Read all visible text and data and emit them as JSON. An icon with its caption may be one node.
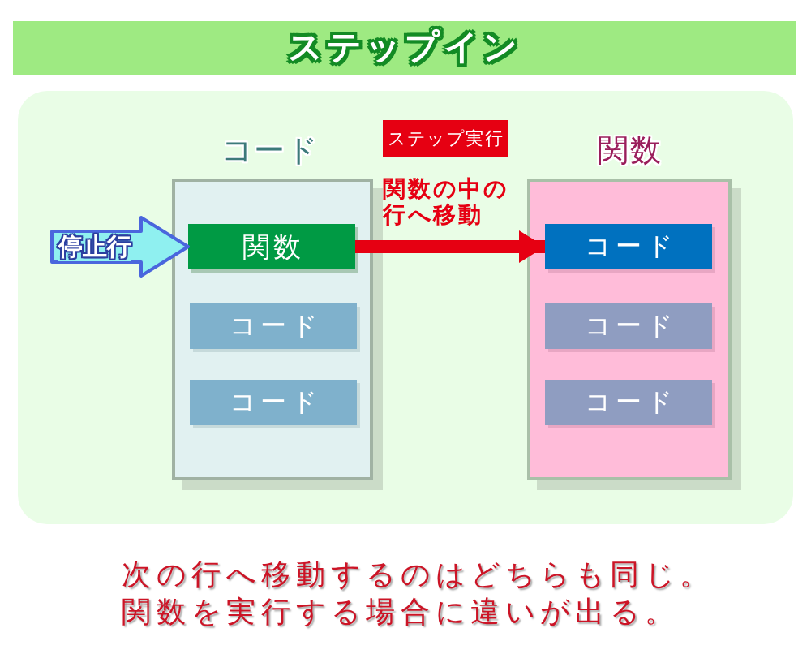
{
  "diagram": {
    "title": "ステップイン",
    "caption": "次の行へ移動するのはどちらも同じ。関数を実行する場合に違いが出る。",
    "nodes": [
      {
        "text": [
          "コード"
        ]
      },
      {
        "text": [
          "関数"
        ],
        "in": 0
      },
      {
        "text": [
          "コード"
        ],
        "in": 0
      },
      {
        "text": [
          "コード"
        ],
        "in": 0
      },
      {
        "text": [
          "関数"
        ]
      },
      {
        "text": [
          "コード"
        ],
        "in": 4
      },
      {
        "text": [
          "コード"
        ],
        "in": 4
      },
      {
        "text": [
          "コード"
        ],
        "in": 4
      },
      {
        "text": [
          "ステップ実行"
        ]
      }
    ],
    "edges": [
      {
        "from": null,
        "to": 1,
        "arrow": "to",
        "label": "停止行",
        "style": "thick",
        "color": "#8ff0f0"
      },
      {
        "from": 1,
        "to": 5,
        "arrow": "to",
        "label": "関数の中の行へ移動",
        "color": "#e60012"
      }
    ]
  }
}
